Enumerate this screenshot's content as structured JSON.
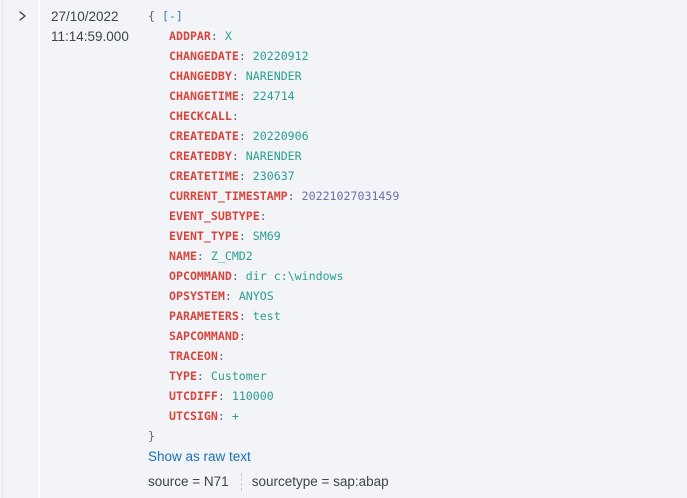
{
  "event": {
    "date": "27/10/2022",
    "time": "11:14:59.000",
    "open_brace": "{",
    "collapse_label": "[-]",
    "close_brace": "}",
    "fields": [
      {
        "key": "ADDPAR",
        "value": "X",
        "type": "string"
      },
      {
        "key": "CHANGEDATE",
        "value": "20220912",
        "type": "string"
      },
      {
        "key": "CHANGEDBY",
        "value": "NARENDER",
        "type": "string"
      },
      {
        "key": "CHANGETIME",
        "value": "224714",
        "type": "string"
      },
      {
        "key": "CHECKCALL",
        "value": "",
        "type": "string"
      },
      {
        "key": "CREATEDATE",
        "value": "20220906",
        "type": "string"
      },
      {
        "key": "CREATEDBY",
        "value": "NARENDER",
        "type": "string"
      },
      {
        "key": "CREATETIME",
        "value": "230637",
        "type": "string"
      },
      {
        "key": "CURRENT_TIMESTAMP",
        "value": "20221027031459",
        "type": "number"
      },
      {
        "key": "EVENT_SUBTYPE",
        "value": "",
        "type": "string"
      },
      {
        "key": "EVENT_TYPE",
        "value": "SM69",
        "type": "string"
      },
      {
        "key": "NAME",
        "value": "Z_CMD2",
        "type": "string"
      },
      {
        "key": "OPCOMMAND",
        "value": "dir c:\\windows",
        "type": "string"
      },
      {
        "key": "OPSYSTEM",
        "value": "ANYOS",
        "type": "string"
      },
      {
        "key": "PARAMETERS",
        "value": "test",
        "type": "string"
      },
      {
        "key": "SAPCOMMAND",
        "value": "",
        "type": "string"
      },
      {
        "key": "TRACEON",
        "value": "",
        "type": "string"
      },
      {
        "key": "TYPE",
        "value": "Customer",
        "type": "string"
      },
      {
        "key": "UTCDIFF",
        "value": "110000",
        "type": "string"
      },
      {
        "key": "UTCSIGN",
        "value": "+",
        "type": "string"
      }
    ],
    "show_raw_label": "Show as raw text",
    "selected_fields": [
      {
        "name": "source",
        "value": "N71"
      },
      {
        "name": "sourcetype",
        "value": "sap:abap"
      }
    ]
  },
  "icons": {
    "expand": "chevron-right-icon"
  },
  "colors": {
    "background": "#f2f4f7",
    "key": "#d6453d",
    "string_value": "#2c9e8f",
    "number_value": "#6a6fa8",
    "link": "#1a6fb5",
    "text": "#3c444d"
  }
}
